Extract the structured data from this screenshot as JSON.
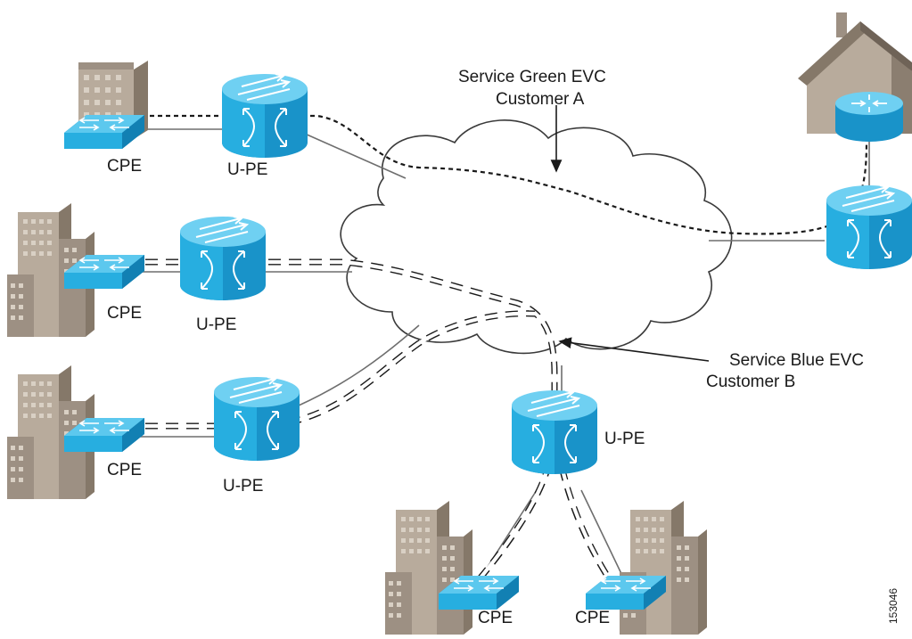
{
  "colors": {
    "device_blue": "#27aee0",
    "device_dark": "#1589bd",
    "building": "#a99a8b",
    "cloud_outline": "#3a3a3a"
  },
  "labels": {
    "service_green": "Service Green EVC",
    "customer_a": "Customer A",
    "service_blue": "Service Blue EVC",
    "customer_b": "Customer B",
    "cpe": "CPE",
    "upe": "U-PE",
    "figure_id": "153046"
  },
  "icons": [
    "building-icon",
    "house-icon",
    "switch-icon",
    "router-icon",
    "cloud-icon"
  ]
}
